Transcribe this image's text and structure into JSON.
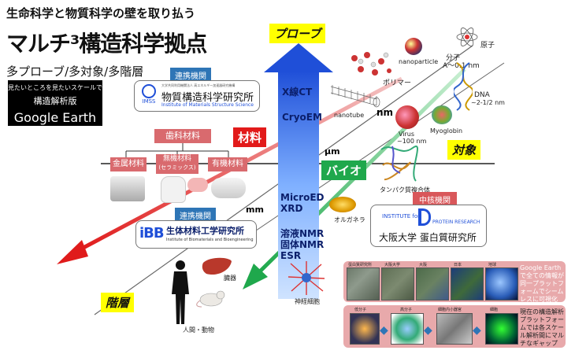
{
  "title": {
    "line1": "生命科学と物質科学の壁を取り払う",
    "line2": "マルチ³構造科学拠点",
    "line3": "多プローブ/多対象/多階層"
  },
  "ge_box": {
    "line1": "見たいところを見たいスケールで",
    "line2": "構造解析版",
    "line3": "Google Earth"
  },
  "axes": {
    "probe": "プローブ",
    "target": "対象",
    "hierarchy": "階層"
  },
  "tags": {
    "material": "材料",
    "bio": "バイオ"
  },
  "probe_methods": {
    "group1": [
      "X線CT",
      "CryoEM"
    ],
    "group2": [
      "MicroED",
      "XRD"
    ],
    "group3": [
      "溶液NMR",
      "固体NMR",
      "ESR"
    ]
  },
  "scale_labels": {
    "nm": "nm",
    "um": "μm",
    "mm": "mm",
    "atom_size": "A～0.1 nm",
    "dna_size": "~2-1/2 nm",
    "virus_size": "~100 nm"
  },
  "sample_labels": {
    "atom": "原子",
    "molecule": "分子",
    "nanoparticle": "nanoparticle",
    "polymer": "ポリマー",
    "nanotube": "nanotube",
    "virus": "Virus",
    "dna": "DNA",
    "myoglobin": "Myoglobin",
    "protein_complex": "タンパク質複合体",
    "organelle": "オルガネラ",
    "neuron": "神経細胞",
    "organ": "臓器",
    "human_animal": "人間・動物"
  },
  "materials": {
    "header": "歯科材料",
    "items": [
      {
        "label": "金属材料"
      },
      {
        "label": "無機材料",
        "sub": "(セラミックス)"
      },
      {
        "label": "有機材料"
      }
    ]
  },
  "orgs": {
    "imss": {
      "role": "連携機関",
      "logo": "IMSS",
      "sub": "大学共同利用機関法人 高エネルギー加速器研究機構",
      "name": "物質構造科学研究所",
      "en": "Institute of Materials Structure Science"
    },
    "ibb": {
      "role": "連携機関",
      "logo": "iBB",
      "name": "生体材料工学研究所",
      "en": "Institute of Biomaterials and Bioengineering"
    },
    "ipr": {
      "role": "中核機関",
      "logo_line1": "INSTITUTE for",
      "logo_line2": "PROTEIN RESEARCH",
      "name": "大阪大学 蛋白質研究所"
    }
  },
  "panel1": {
    "thumbs": [
      "蛋白質研究所",
      "大阪大学",
      "大阪",
      "日本",
      "地球"
    ],
    "text": "Google Earthで全ての情報が同一プラットフォームでシームレスに可視化"
  },
  "panel2": {
    "thumbs": [
      "低分子",
      "高分子",
      "細胞内小器官",
      "細胞"
    ],
    "text": "現在の構造解析プラットフォームでは各スケール解析間にマルチなギャップ"
  },
  "colors": {
    "probe_arrow": "#1f4fd8",
    "material_arrow": "#e01b1b",
    "bio_arrow": "#2ea84a",
    "tag_yellow": "#ffff00",
    "tag_red": "#e21a1a",
    "tag_green": "#1fa84c",
    "materials_pink": "#d96a6e",
    "panel_pink": "#e8a9ab"
  }
}
